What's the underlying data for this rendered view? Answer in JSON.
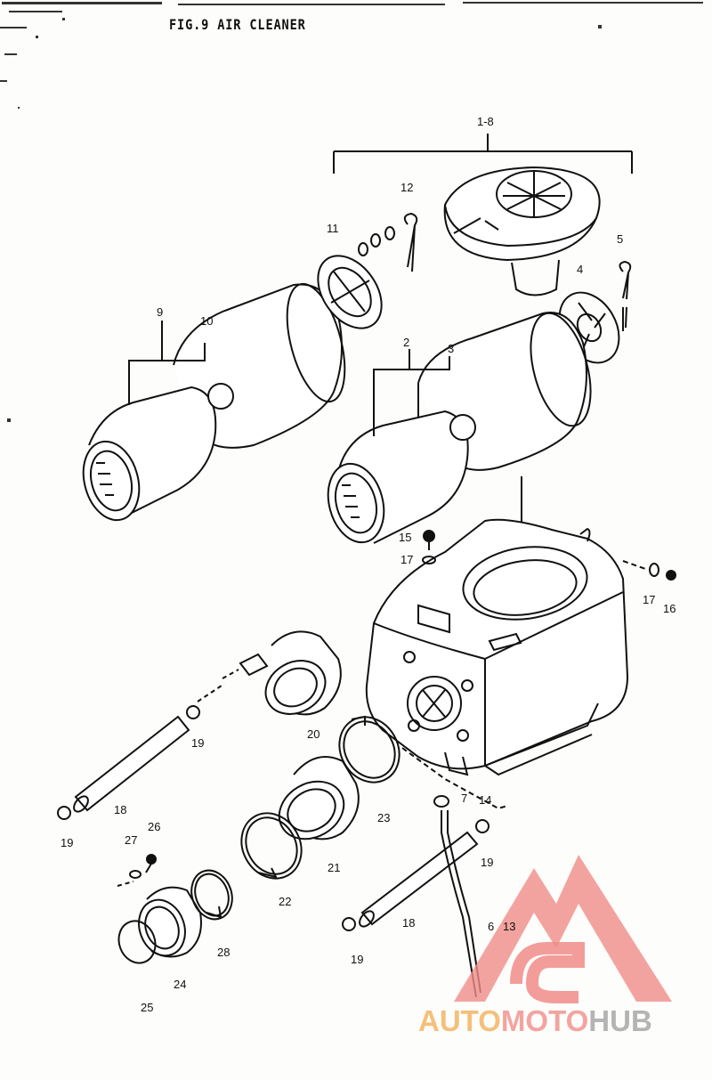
{
  "figure": {
    "title": "FIG.9  AIR CLEANER"
  },
  "parts": {
    "p1_8": "1-8",
    "p2": "2",
    "p3": "3",
    "p4": "4",
    "p5": "5",
    "p6": "6",
    "p7": "7",
    "p9": "9",
    "p10": "10",
    "p11": "11",
    "p12": "12",
    "p13": "13",
    "p14": "14",
    "p15": "15",
    "p16": "16",
    "p17a": "17",
    "p17b": "17",
    "p18a": "18",
    "p18b": "18",
    "p19a": "19",
    "p19b": "19",
    "p19c": "19",
    "p19d": "19",
    "p20": "20",
    "p21": "21",
    "p22": "22",
    "p23": "23",
    "p24": "24",
    "p25": "25",
    "p26": "26",
    "p27": "27",
    "p28": "28"
  },
  "watermark": {
    "part1": "AUTO",
    "part2": "MOTO",
    "part3": "HUB",
    "logo_color": "#f08c88"
  }
}
